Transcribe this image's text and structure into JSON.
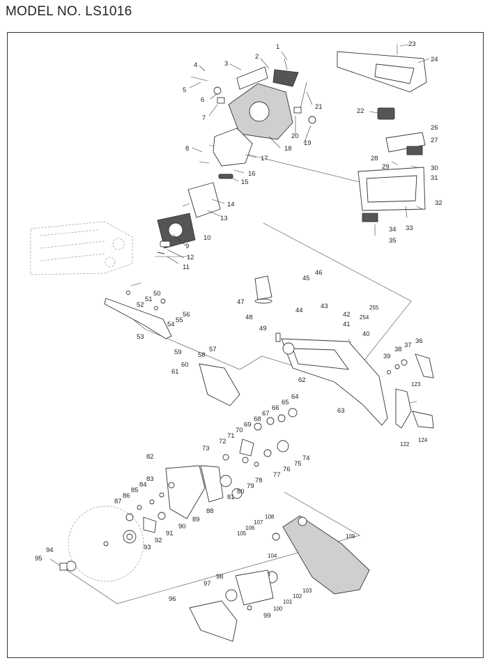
{
  "header": {
    "title": "MODEL NO. LS1016"
  },
  "parts": {
    "p1": "1",
    "p2": "2",
    "p3": "3",
    "p4": "4",
    "p5": "5",
    "p6": "6",
    "p7": "7",
    "p8": "8",
    "p9": "9",
    "p10": "10",
    "p11": "11",
    "p12": "12",
    "p13": "13",
    "p14": "14",
    "p15": "15",
    "p16": "16",
    "p17": "17",
    "p18": "18",
    "p19": "19",
    "p20": "20",
    "p21": "21",
    "p22": "22",
    "p23": "23",
    "p24": "24",
    "p26": "26",
    "p27": "27",
    "p28": "28",
    "p29": "29",
    "p30": "30",
    "p31": "31",
    "p32": "32",
    "p33": "33",
    "p34": "34",
    "p35": "35",
    "p36": "36",
    "p37": "37",
    "p38": "38",
    "p39": "39",
    "p40": "40",
    "p41": "41",
    "p42": "42",
    "p43": "43",
    "p44": "44",
    "p45": "45",
    "p46": "46",
    "p47": "47",
    "p48": "48",
    "p49": "49",
    "p50": "50",
    "p51": "51",
    "p52": "52",
    "p53": "53",
    "p54": "54",
    "p55": "55",
    "p56": "56",
    "p57": "57",
    "p58": "58",
    "p59": "59",
    "p60": "60",
    "p61": "61",
    "p62": "62",
    "p63": "63",
    "p64": "64",
    "p65": "65",
    "p66": "66",
    "p67": "67",
    "p68": "68",
    "p69": "69",
    "p70": "70",
    "p71": "71",
    "p72": "72",
    "p73": "73",
    "p74": "74",
    "p75": "75",
    "p76": "76",
    "p77": "77",
    "p78": "78",
    "p79": "79",
    "p80": "80",
    "p81": "81",
    "p82": "82",
    "p83": "83",
    "p84": "84",
    "p85": "85",
    "p86": "86",
    "p87": "87",
    "p88": "88",
    "p89": "89",
    "p90": "90",
    "p91": "91",
    "p92": "92",
    "p93": "93",
    "p94": "94",
    "p95": "95",
    "p96": "96",
    "p97": "97",
    "p98": "98",
    "p99": "99",
    "p100": "100",
    "p101": "101",
    "p102": "102",
    "p103": "103",
    "p104": "104",
    "p105": "105",
    "p106": "106",
    "p107": "107",
    "p108": "108",
    "p109": "109",
    "p122": "122",
    "p123": "123",
    "p124": "124",
    "p254": "254",
    "p255": "255"
  }
}
